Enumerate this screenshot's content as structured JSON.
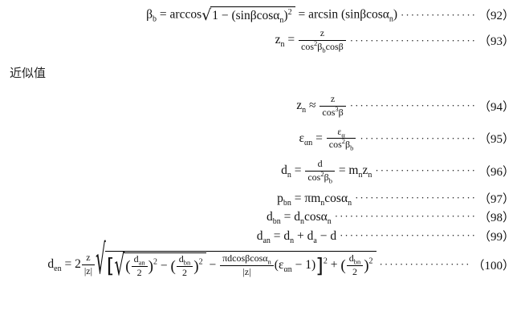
{
  "label_approx": "近似值",
  "sym": {
    "radical": "√",
    "lp": "(",
    "rp": ")",
    "lb": "[",
    "rb": "]"
  },
  "eq": {
    "f92": {
      "v": "β",
      "vs": "b",
      "op1": " = arccos",
      "rada": "1 − (sinβcosα",
      "radas": "n",
      "radb": ")",
      "sup2": "2",
      "op2": " = arcsin (sinβcosα",
      "op2s": "n",
      "op2e": ")",
      "dots": "···············",
      "num": "（92）"
    },
    "f93": {
      "v": "z",
      "vs": "n",
      "op1": " = ",
      "numr": "z",
      "dena": "cos",
      "densup": "2",
      "denb": "β",
      "denbs": "b",
      "denc": "cosβ",
      "dots": "·························",
      "num": "（93）"
    },
    "f94": {
      "v": "z",
      "vs": "n",
      "op1": " ≈ ",
      "numr": "z",
      "dena": "cos",
      "densup": "3",
      "denb": "β",
      "dots": "·························",
      "num": "（94）"
    },
    "f95": {
      "v": "ε",
      "vs": "αn",
      "op1": " = ",
      "numa": "ε",
      "numas": "α",
      "dena": "cos",
      "densup": "2",
      "denb": "β",
      "denbs": "b",
      "dots": "·······················",
      "num": "（95）"
    },
    "f96": {
      "v": "d",
      "vs": "n",
      "op1": " = ",
      "numr": "d",
      "dena": "cos",
      "densup": "2",
      "denb": "β",
      "denbs": "b",
      "op2": " = m",
      "op2s": "n",
      "op3": "z",
      "op3s": "n",
      "dots": "····················",
      "num": "（96）"
    },
    "f97": {
      "v": "p",
      "vs": "bn",
      "op1": " = πm",
      "op1s": "n",
      "op2": "cosα",
      "op2s": "n",
      "dots": "························",
      "num": "（97）"
    },
    "f98": {
      "v": "d",
      "vs": "bn",
      "op1": " = d",
      "op1s": "n",
      "op2": "cosα",
      "op2s": "n",
      "dots": "····························",
      "num": "（98）"
    },
    "f99": {
      "v": "d",
      "vs": "an",
      "op1": " = d",
      "op1s": "n",
      "op2": " + d",
      "op2s": "a",
      "op3": " − d",
      "dots": "···························",
      "num": "（99）"
    },
    "f100": {
      "v": "d",
      "vs": "en",
      "op1": " = 2",
      "fzn": "z",
      "fzd": "|z|",
      "f1n": "d",
      "f1ns": "an",
      "f1d": "2",
      "minus": " − ",
      "f2n": "d",
      "f2ns": "bn",
      "f2d": "2",
      "f3n": "πdcosβcosα",
      "f3ns": "n",
      "f3d": "|z|",
      "grp1": "(ε",
      "grp1s": "αn",
      "grp2": " − 1)",
      "sup2": "2",
      "plus": " + ",
      "f4n": "d",
      "f4ns": "bn",
      "f4d": "2",
      "dots": "··················",
      "num": "（100）"
    }
  }
}
